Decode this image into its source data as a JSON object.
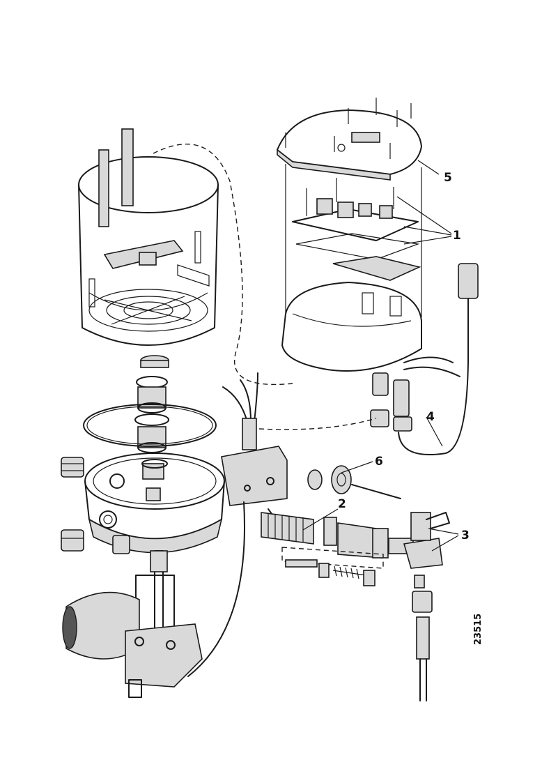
{
  "callouts": {
    "c1": "1",
    "c2": "2",
    "c3": "3",
    "c4": "4",
    "c5": "5",
    "c6": "6"
  },
  "reference_number": "23515"
}
